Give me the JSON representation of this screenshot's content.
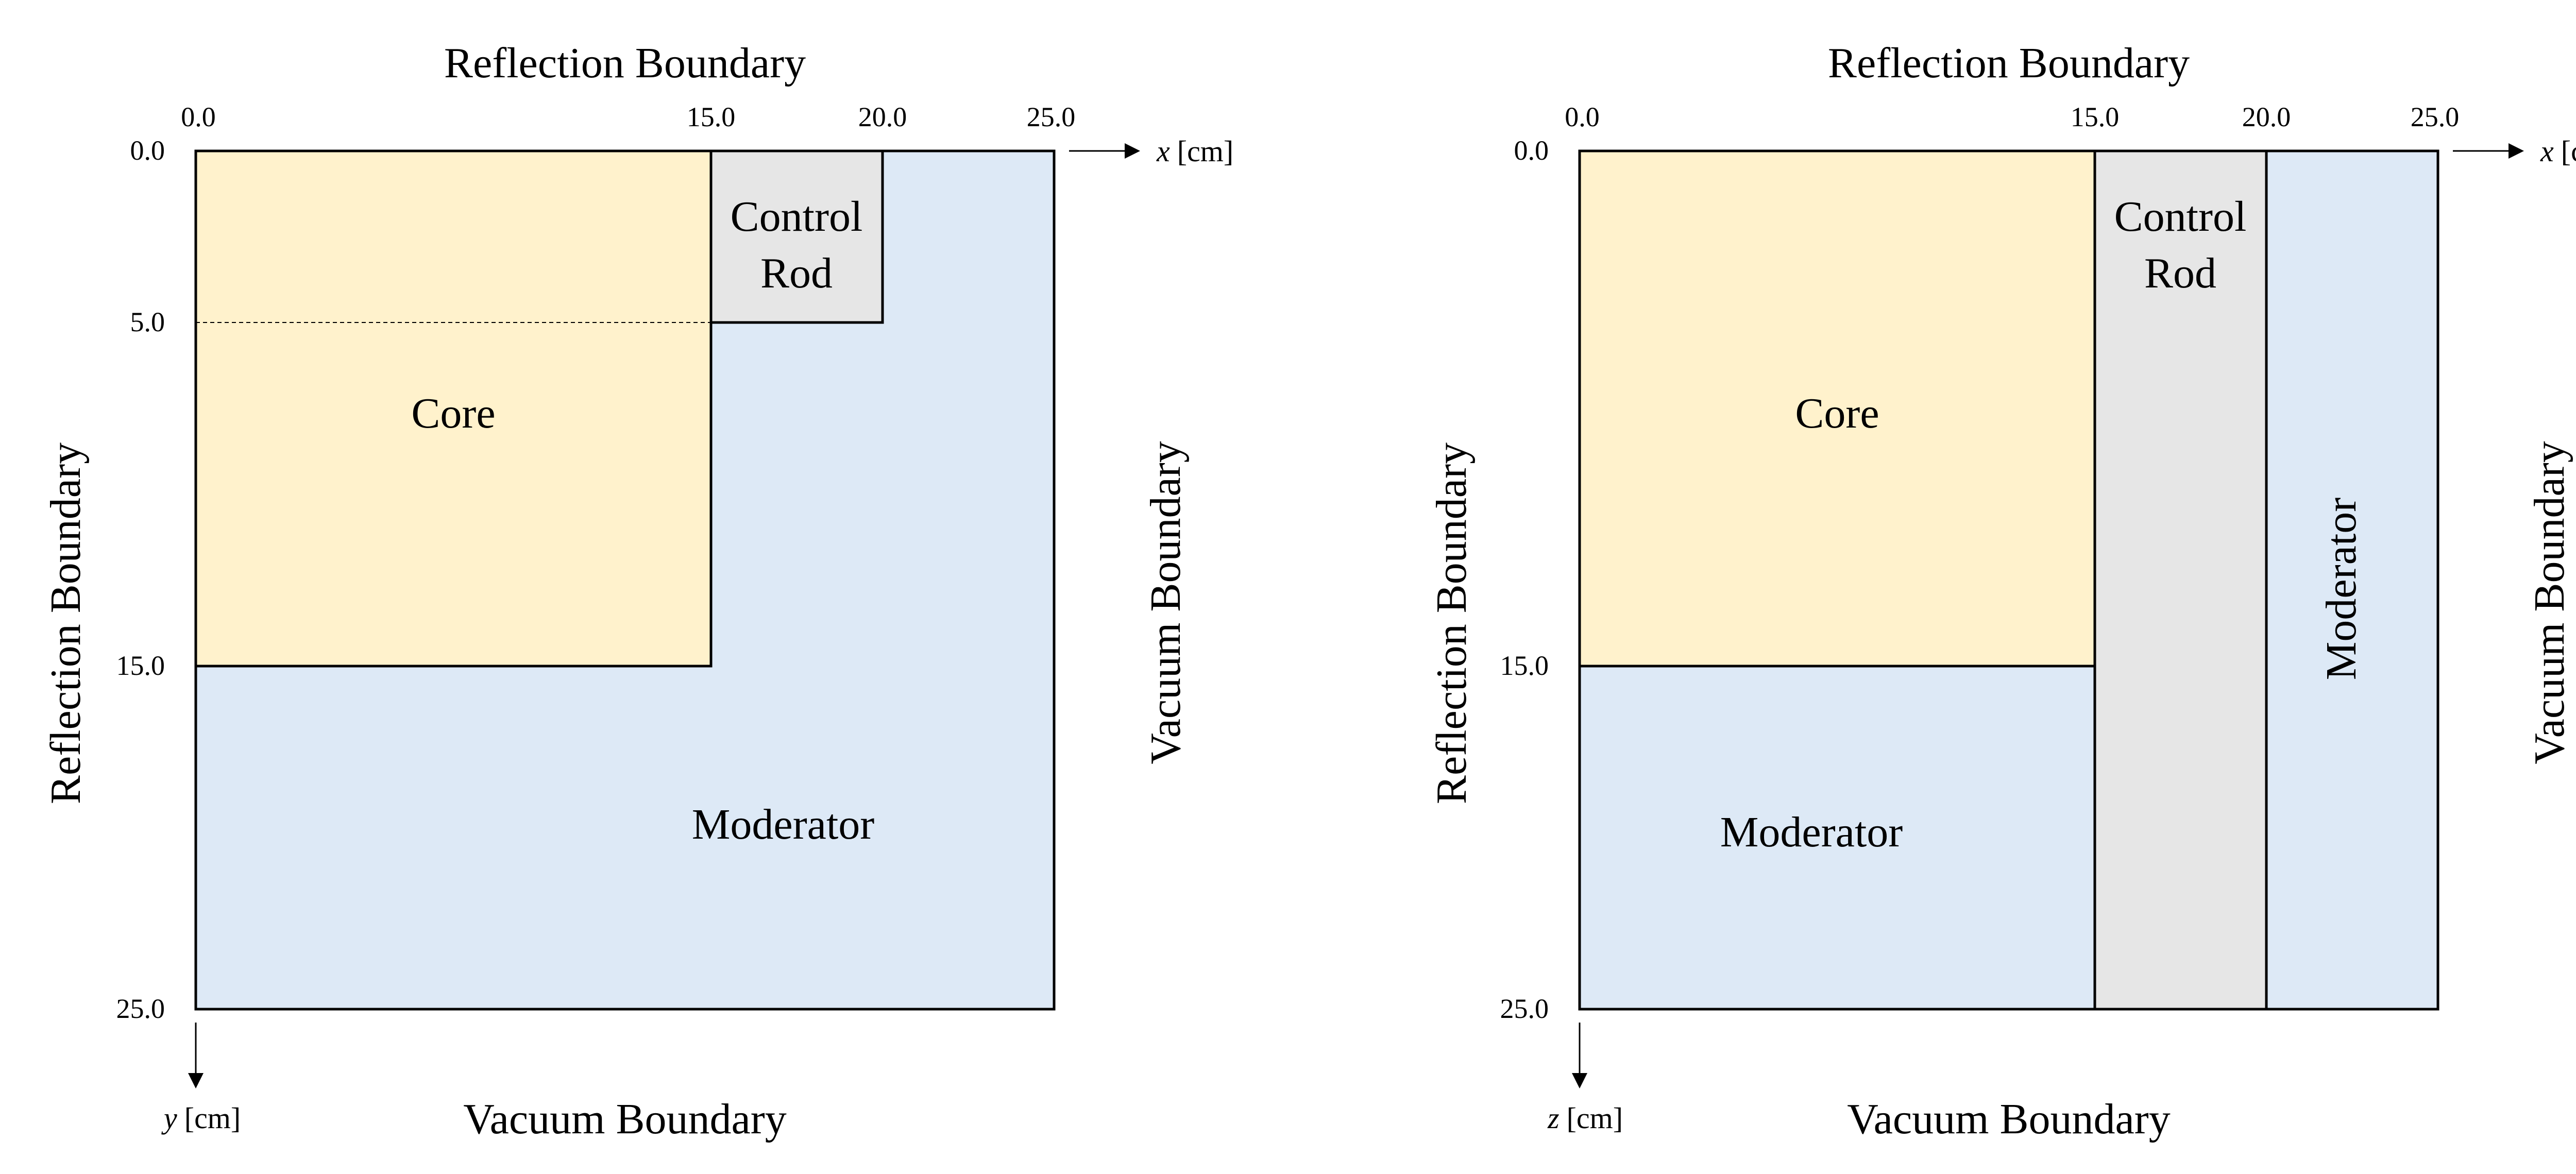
{
  "colors": {
    "core": "#fff2cc",
    "control_rod": "#e6e6e6",
    "moderator": "#dde9f6",
    "outline": "#000000"
  },
  "panels": [
    {
      "top_boundary": "Reflection Boundary",
      "left_boundary": "Reflection Boundary",
      "right_boundary": "Vacuum Boundary",
      "bottom_boundary": "Vacuum Boundary",
      "x_ticks": [
        "0.0",
        "15.0",
        "20.0",
        "25.0"
      ],
      "y_ticks": [
        "0.0",
        "5.0",
        "15.0",
        "25.0"
      ],
      "x_axis": {
        "var": "x",
        "unit": "[cm]"
      },
      "y_axis": {
        "var": "y",
        "unit": "[cm]"
      },
      "regions": {
        "core": "Core",
        "control_rod_line1": "Control",
        "control_rod_line2": "Rod",
        "moderator": "Moderator"
      }
    },
    {
      "top_boundary": "Reflection Boundary",
      "left_boundary": "Reflection Boundary",
      "right_boundary": "Vacuum Boundary",
      "bottom_boundary": "Vacuum Boundary",
      "x_ticks": [
        "0.0",
        "15.0",
        "20.0",
        "25.0"
      ],
      "y_ticks": [
        "0.0",
        "15.0",
        "25.0"
      ],
      "x_axis": {
        "var": "x",
        "unit": "[cm]"
      },
      "y_axis": {
        "var": "z",
        "unit": "[cm]"
      },
      "regions": {
        "core": "Core",
        "control_rod_line1": "Control",
        "control_rod_line2": "Rod",
        "moderator_bottom": "Moderator",
        "moderator_right": "Moderator"
      }
    }
  ]
}
